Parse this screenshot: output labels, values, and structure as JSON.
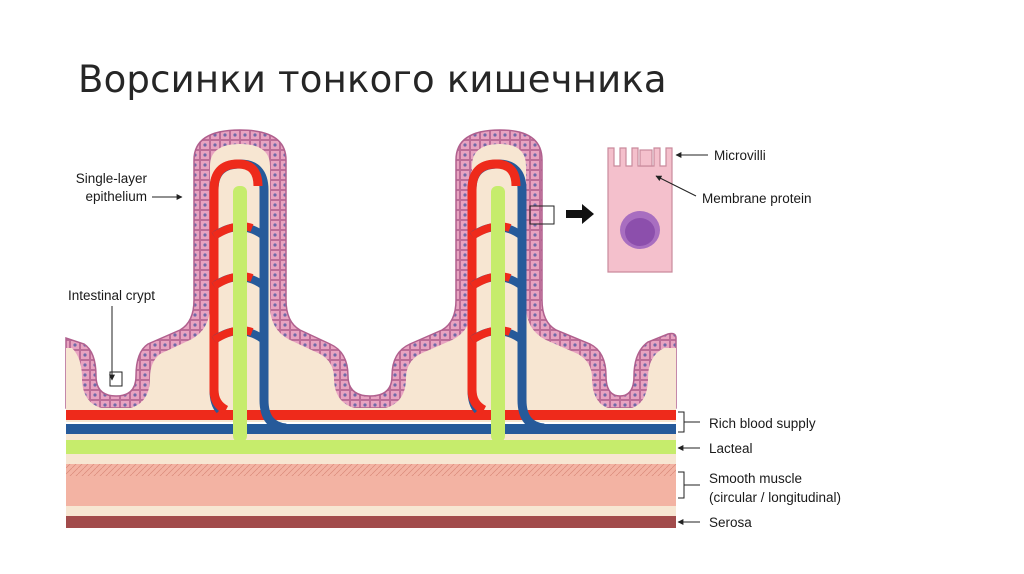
{
  "slide": {
    "title": "Ворсинки тонкого кишечника"
  },
  "labels": {
    "epithelium_line1": "Single-layer",
    "epithelium_line2": "epithelium",
    "crypt": "Intestinal crypt",
    "microvilli": "Microvilli",
    "membrane_protein": "Membrane protein",
    "blood_supply": "Rich blood supply",
    "lacteal": "Lacteal",
    "muscle_line1": "Smooth muscle",
    "muscle_line2": "(circular / longitudinal)",
    "serosa": "Serosa"
  },
  "colors": {
    "lamina": "#f7e6d2",
    "epithelium_cell": "#e8a3c0",
    "epithelium_border": "#b0608e",
    "nucleus": "#6f6aa8",
    "artery": "#ee2a1b",
    "vein": "#265a9a",
    "lacteal": "#c6ec6c",
    "muscle": "#f3b3a3",
    "serosa": "#a24b4b"
  }
}
